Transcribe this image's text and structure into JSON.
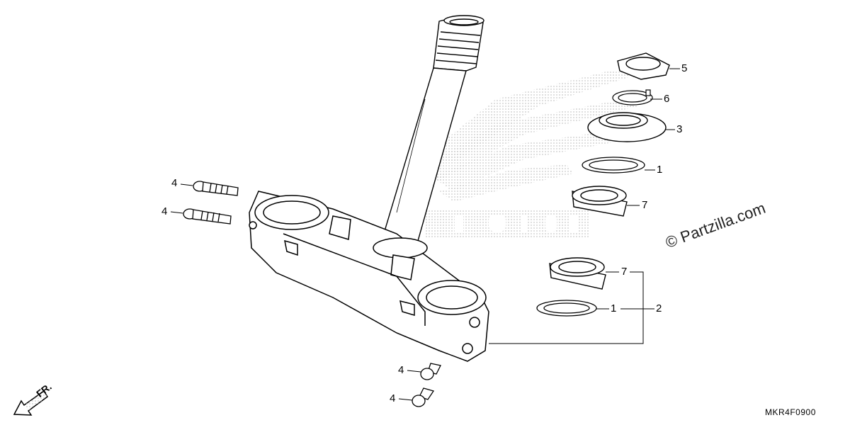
{
  "diagram": {
    "reference_code": "MKR4F0900",
    "watermark": "© Partzilla.com",
    "background_logo": "HONDA",
    "front_indicator": "FR.",
    "callouts": [
      {
        "id": "c5",
        "label": "5"
      },
      {
        "id": "c6",
        "label": "6"
      },
      {
        "id": "c3",
        "label": "3"
      },
      {
        "id": "c1a",
        "label": "1"
      },
      {
        "id": "c7a",
        "label": "7"
      },
      {
        "id": "c7b",
        "label": "7"
      },
      {
        "id": "c1b",
        "label": "1"
      },
      {
        "id": "c2",
        "label": "2"
      },
      {
        "id": "c4a",
        "label": "4"
      },
      {
        "id": "c4b",
        "label": "4"
      },
      {
        "id": "c4c",
        "label": "4"
      },
      {
        "id": "c4d",
        "label": "4"
      }
    ],
    "colors": {
      "line": "#000000",
      "logo_dots": "#cfcfcf",
      "fill": "#ffffff"
    }
  }
}
